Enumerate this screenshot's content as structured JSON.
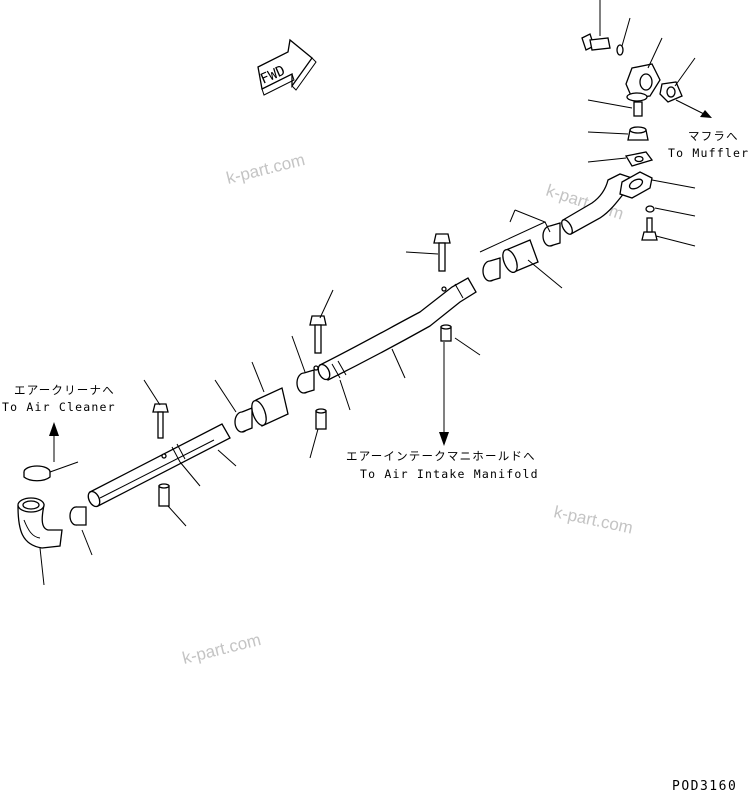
{
  "fwd_label": "FWD",
  "labels": {
    "muffler_jp": "マフラへ",
    "muffler_en": "To Muffler",
    "air_cleaner_jp": "エアークリーナへ",
    "air_cleaner_en": "To Air Cleaner",
    "manifold_jp": "エアーインテークマニホールドへ",
    "manifold_en": "To Air Intake Manifold"
  },
  "watermarks": [
    "k-part.com",
    "k-part.com",
    "k-part.com",
    "k-part.com"
  ],
  "drawing_code": "POD3160"
}
